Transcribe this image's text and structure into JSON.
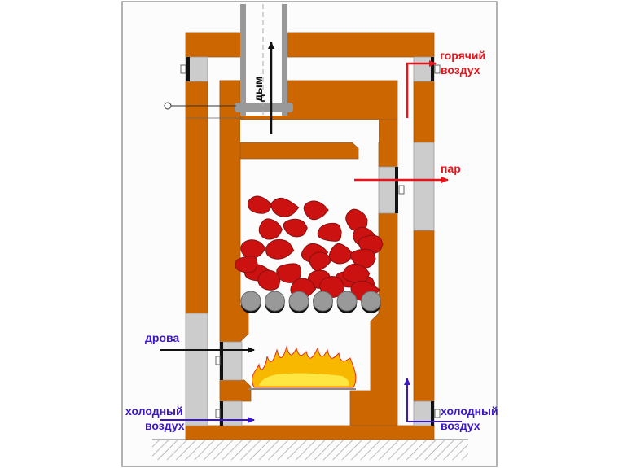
{
  "colors": {
    "brick": "#CC6600",
    "insulation": "#CCCCCC",
    "hot": "#E8141C",
    "cold": "#3A16C8",
    "dark": "#111111",
    "stone": "#CC1111",
    "flame_outer": "#F8B800",
    "flame_inner": "#FFE640"
  },
  "labels": {
    "smoke": "дым",
    "hot_air_1": "горячий",
    "hot_air_2": "воздух",
    "steam": "пар",
    "firewood": "дрова",
    "cold_air_left_1": "холодный",
    "cold_air_left_2": "воздух",
    "cold_air_right_1": "холодный",
    "cold_air_right_2": "воздух"
  },
  "components": {
    "stones_count": 26,
    "grate_bars": 6
  }
}
